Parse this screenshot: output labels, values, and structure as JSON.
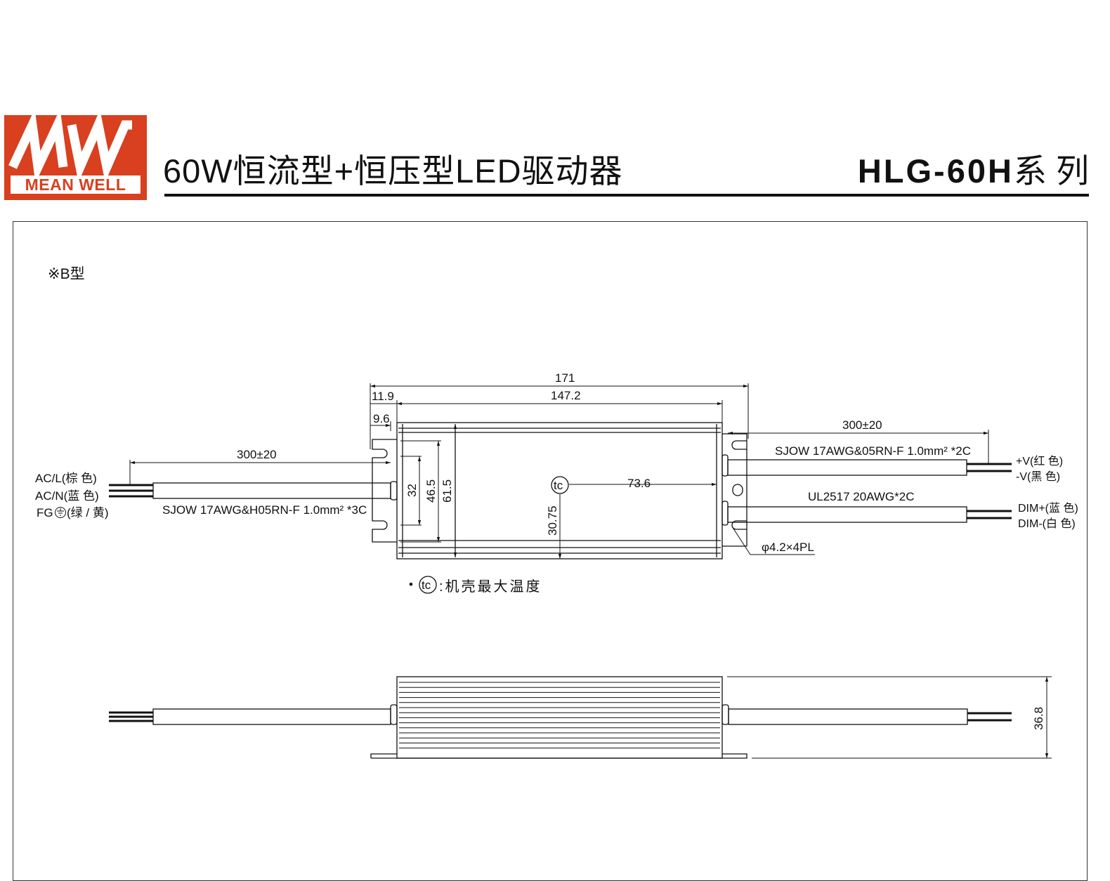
{
  "brand": {
    "name": "MEAN WELL",
    "color": "#d8401f"
  },
  "header": {
    "title": "60W恒流型+恒压型LED驱动器",
    "series_model": "HLG-60H",
    "series_suffix": "系 列"
  },
  "drawing": {
    "type_label": "※B型",
    "top_view": {
      "dims": {
        "overall_length": "171",
        "body_length": "147.2",
        "flange_left": "11.9",
        "slot_offset": "9.6",
        "cable_len_left": "300±20",
        "cable_len_right": "300±20",
        "height_inner": "32",
        "height_mid": "46.5",
        "height_outer": "61.5",
        "tc_x": "73.6",
        "tc_y": "30.75",
        "hole": "φ4.2×4PL"
      },
      "cables": {
        "input": "SJOW 17AWG&H05RN-F 1.0mm² *3C",
        "output": "SJOW 17AWG&05RN-F 1.0mm² *2C",
        "dim": "UL2517 20AWG*2C"
      },
      "wires_left": {
        "acl": "AC/L(棕 色)",
        "acn": "AC/N(蓝 色)",
        "fg_prefix": "FG",
        "fg_suffix": "(绿 / 黄)"
      },
      "wires_right": {
        "vplus": "+V(红 色)",
        "vminus": "-V(黑 色)",
        "dimplus": "DIM+(蓝 色)",
        "dimminus": "DIM-(白 色)"
      },
      "tc_symbol": "tc",
      "tc_note": ":机壳最大温度",
      "tc_note_bullet": "•"
    },
    "side_view": {
      "height": "36.8"
    }
  }
}
